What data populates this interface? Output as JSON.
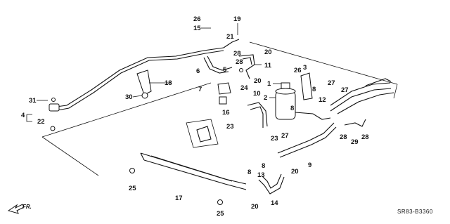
{
  "diagram": {
    "code": "SR83-B3360",
    "direction_label": "FR.",
    "callouts": [
      "1",
      "2",
      "3",
      "4",
      "5",
      "6",
      "7",
      "8",
      "8",
      "8",
      "8",
      "9",
      "10",
      "11",
      "12",
      "13",
      "14",
      "15",
      "16",
      "17",
      "18",
      "19",
      "20",
      "20",
      "20",
      "20",
      "21",
      "22",
      "23",
      "23",
      "24",
      "25",
      "25",
      "26",
      "26",
      "27",
      "27",
      "27",
      "28",
      "28",
      "28",
      "28",
      "29",
      "30",
      "31"
    ]
  }
}
